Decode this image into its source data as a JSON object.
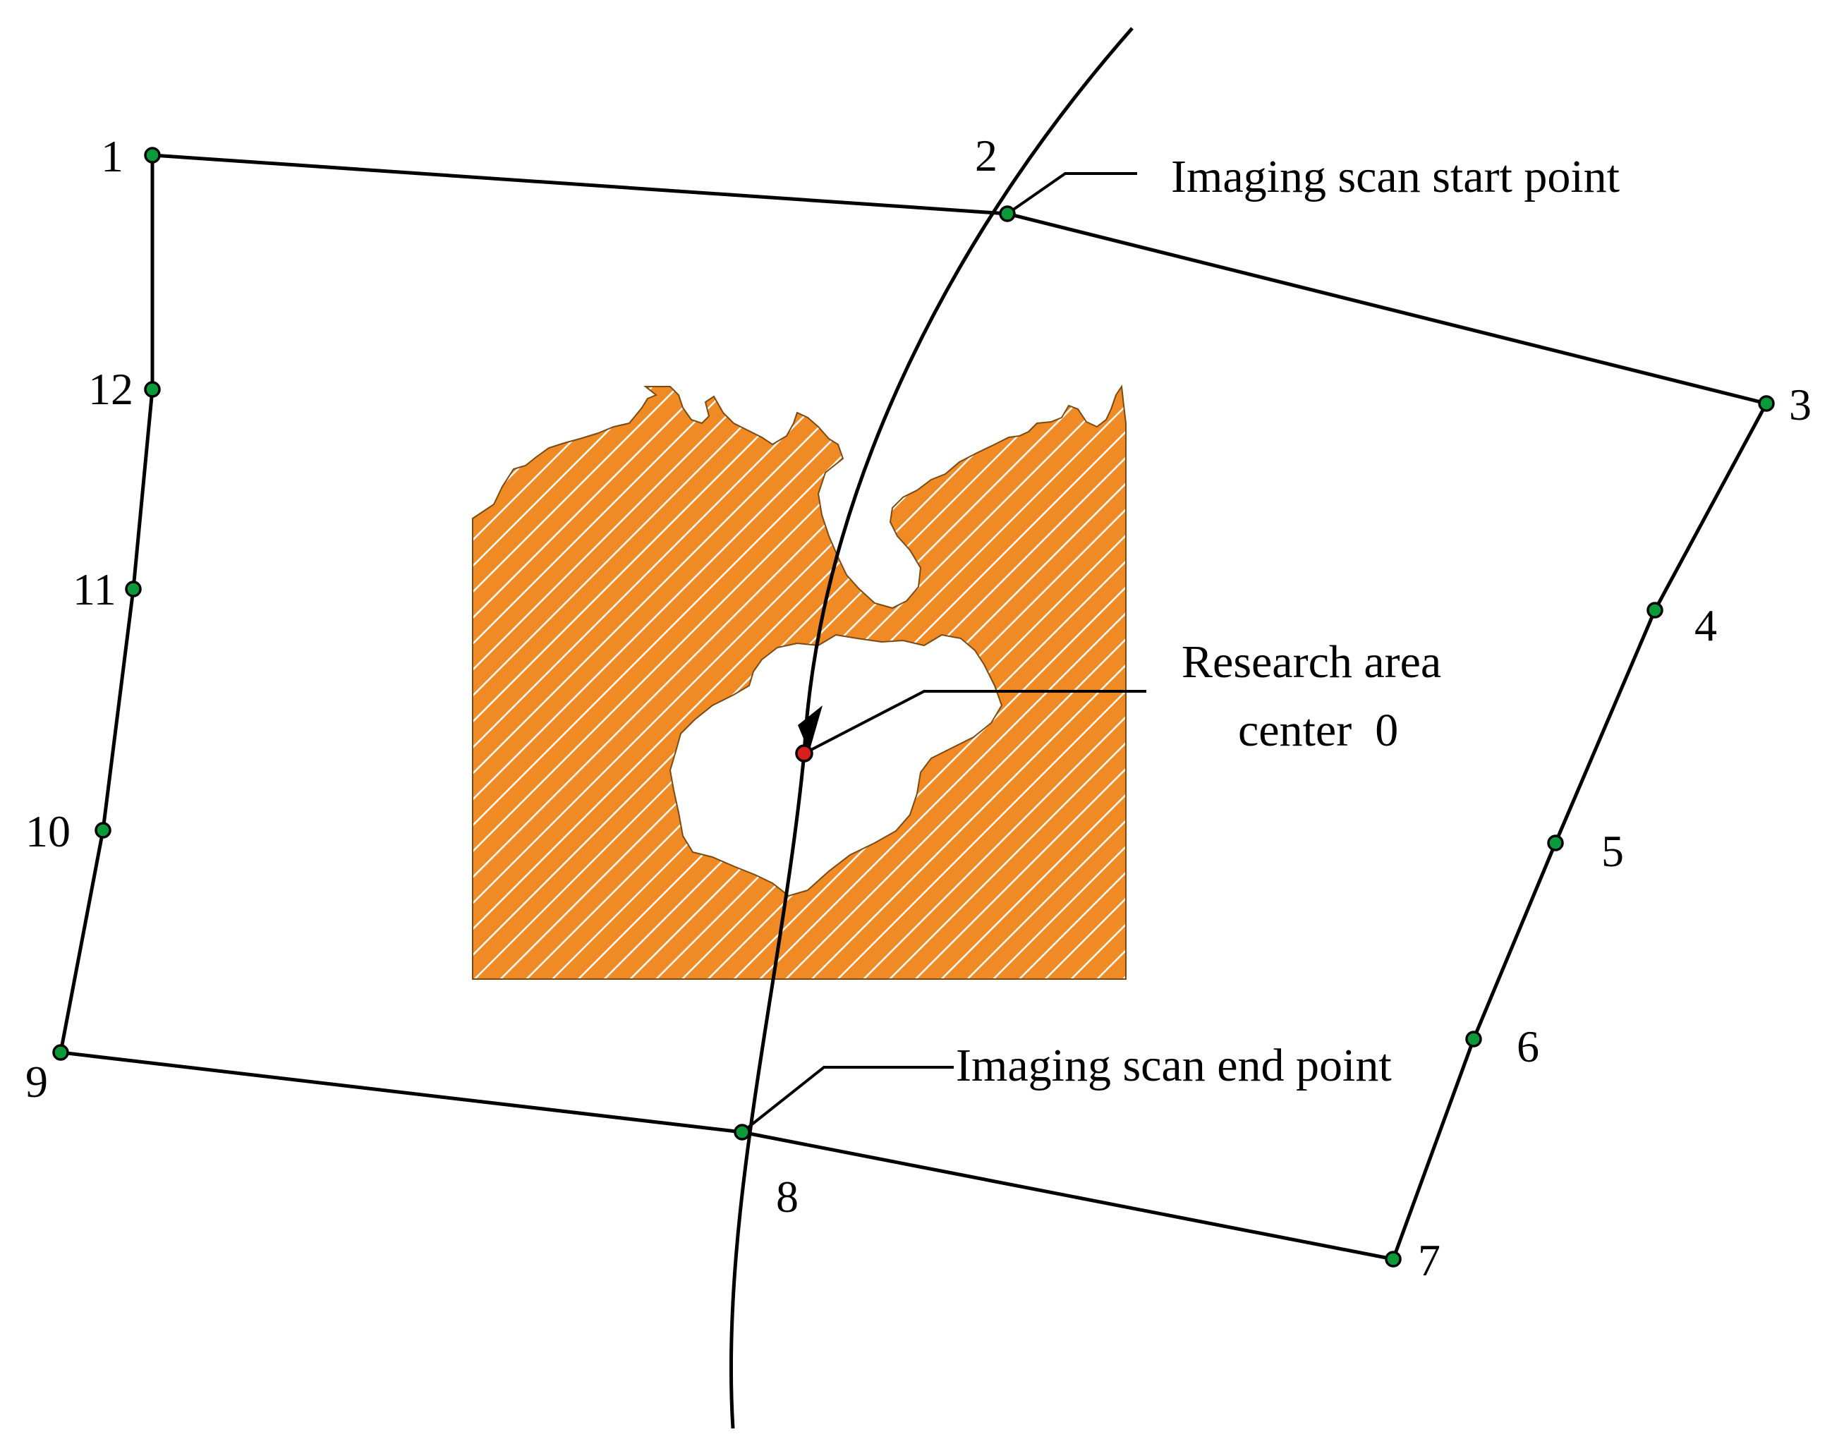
{
  "figure": {
    "vertex_labels": [
      "1",
      "2",
      "3",
      "4",
      "5",
      "6",
      "7",
      "8",
      "9",
      "10",
      "11",
      "12"
    ],
    "annotations": {
      "start": "Imaging scan start point",
      "end": "Imaging scan end point",
      "center_line1": "Research area",
      "center_line2": "center  0"
    },
    "colors": {
      "island_fill": "#f08a24",
      "hatch": "#ffffff",
      "vertex": "#0a9a3a",
      "center": "#d81e1e",
      "line": "#000000"
    }
  }
}
